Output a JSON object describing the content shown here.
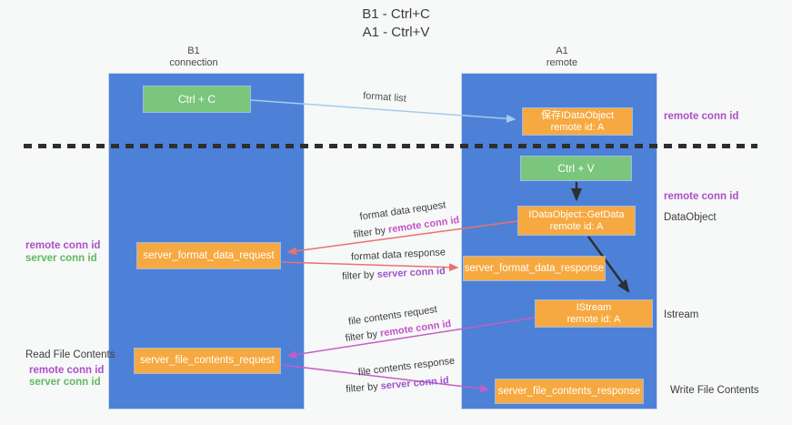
{
  "title": {
    "line1": "B1 - Ctrl+C",
    "line2": "A1 - Ctrl+V"
  },
  "lanes": {
    "left": {
      "name": "B1",
      "subtitle": "connection"
    },
    "right": {
      "name": "A1",
      "subtitle": "remote"
    }
  },
  "nodes": {
    "ctrl_c": {
      "label": "Ctrl + C"
    },
    "save_idataobject": {
      "line1": "保存IDataObject",
      "line2": "remote id: A"
    },
    "ctrl_v": {
      "label": "Ctrl + V"
    },
    "getdata": {
      "line1": "IDataObject::GetData",
      "line2": "remote id: A"
    },
    "format_request": {
      "label": "server_format_data_request"
    },
    "format_response": {
      "label": "server_format_data_response"
    },
    "istream": {
      "line1": "IStream",
      "line2": "remote id: A"
    },
    "file_request": {
      "label": "server_file_contents_request"
    },
    "file_response": {
      "label": "server_file_contents_response"
    }
  },
  "arrows": {
    "format_list": "format list",
    "format_data_request": "format data request",
    "format_data_response": "format data response",
    "file_contents_request": "file contents request",
    "file_contents_response": "file contents response",
    "filter_by": "filter by ",
    "remote_conn_id": "remote conn id",
    "server_conn_id": "server conn id"
  },
  "side_labels": {
    "remote_conn_id": "remote conn id",
    "server_conn_id": "server conn id",
    "dataobject": "DataObject",
    "istream": "Istream",
    "read_file_contents": "Read File Contents",
    "write_file_contents": "Write File Contents"
  },
  "colors": {
    "lane_blue": "#4d81d7",
    "node_green": "#7bc67d",
    "node_orange": "#f6a940",
    "arrow_red": "#e8736f",
    "arrow_magenta": "#c35fc3",
    "arrow_lightblue": "#a3ccef",
    "arrow_black": "#2e2e2e",
    "text_purple": "#ab4fc7",
    "text_green": "#63b863"
  }
}
